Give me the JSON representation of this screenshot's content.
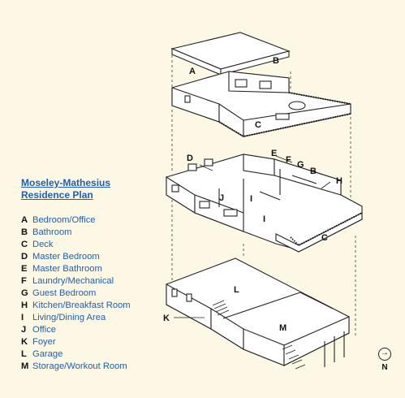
{
  "legend": {
    "title_line1": "Moseley-Mathesius",
    "title_line2": "Residence Plan",
    "items": [
      {
        "key": "A",
        "room": "Bedroom/Office"
      },
      {
        "key": "B",
        "room": "Bathroom"
      },
      {
        "key": "C",
        "room": "Deck"
      },
      {
        "key": "D",
        "room": "Master Bedroom"
      },
      {
        "key": "E",
        "room": "Master Bathroom"
      },
      {
        "key": "F",
        "room": "Laundry/Mechanical"
      },
      {
        "key": "G",
        "room": "Guest Bedroom"
      },
      {
        "key": "H",
        "room": "Kitchen/Breakfast Room"
      },
      {
        "key": "I",
        "room": "Living/Dining Area"
      },
      {
        "key": "J",
        "room": "Office"
      },
      {
        "key": "K",
        "room": "Foyer"
      },
      {
        "key": "L",
        "room": "Garage"
      },
      {
        "key": "M",
        "room": "Storage/Workout Room"
      }
    ]
  },
  "labels": {
    "top": [
      "A",
      "B",
      "C"
    ],
    "middle": [
      "D",
      "E",
      "F",
      "G",
      "B",
      "H",
      "J",
      "I",
      "I",
      "C"
    ],
    "bottom": [
      "L",
      "K",
      "M"
    ]
  },
  "compass": {
    "label": "N",
    "arrow": "→"
  }
}
